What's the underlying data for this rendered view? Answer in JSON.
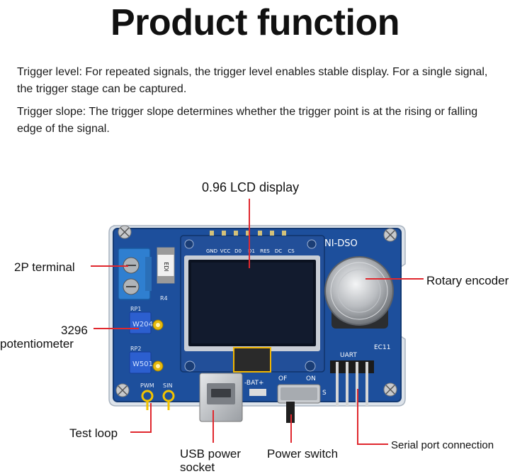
{
  "title": "Product function",
  "paragraphs": [
    "Trigger level: For repeated signals, the trigger level enables stable display. For a single signal, the trigger stage can be captured.",
    "Trigger slope: The trigger slope determines whether the trigger point is at the rising or falling edge of the signal."
  ],
  "callouts": {
    "lcd": "0.96 LCD display",
    "terminal": "2P terminal",
    "pot_line1": "3296",
    "pot_line2": "potentiometer",
    "rotary": "Rotary encoder",
    "test": "Test loop",
    "usb_line1": "USB power",
    "usb_line2": "socket",
    "power": "Power switch",
    "serial": "Serial port connection"
  },
  "board_silk": {
    "pins": [
      "GND",
      "VCC",
      "D0",
      "D1",
      "RES",
      "DC",
      "CS"
    ],
    "name": "NI-DSO",
    "edi": "EDI",
    "r4": "R4",
    "rp1": "RP1",
    "w204": "W204",
    "rp2": "RP2",
    "w501": "W501",
    "pwm": "PWM",
    "sin": "SIN",
    "bat": "-BAT+",
    "of": "OF",
    "on": "ON",
    "s": "S",
    "uart": "UART",
    "ec11": "EC11"
  },
  "colors": {
    "pcb": "#1d4f9c",
    "pcb_dark": "#163c78",
    "leader": "#e0282e",
    "screen": "#0b1220",
    "screw": "#c7c9cc",
    "gold": "#e8b300",
    "terminal": "#2f7fd0"
  }
}
